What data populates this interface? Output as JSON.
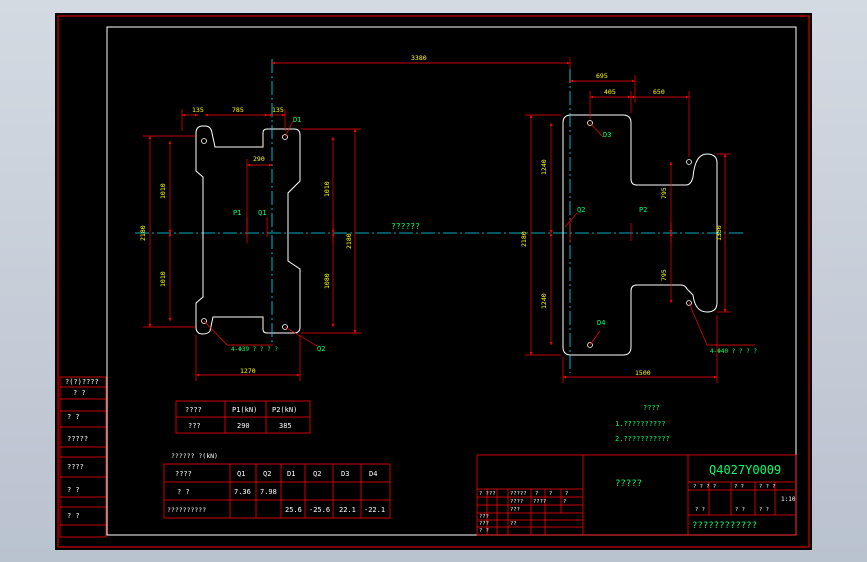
{
  "drawing": {
    "number": "Q4027Y0009",
    "title_block_title": "?????",
    "title_block_name": "????????????",
    "title_block_scale": "1:10",
    "title_block_rows": [
      "? ? ? ?",
      "? ?",
      "? ? ?",
      "? ?",
      "? ?",
      "? ?"
    ],
    "title_block_cells": [
      "? ?",
      "??",
      "?????",
      "?",
      "?",
      "?",
      "????",
      "????",
      "?",
      "???",
      "???",
      "???",
      "??",
      "? ?"
    ],
    "left_strip": [
      "?(?)????",
      "? ?",
      "?  ?",
      "?????",
      "????",
      "?  ?",
      "?  ?"
    ],
    "center_label": "??????",
    "tech_title": "????",
    "tech_notes": [
      "1.??????????",
      "2.???????????"
    ]
  },
  "load_table": {
    "headers": [
      "????",
      "P1(kN)",
      "P2(kN)"
    ],
    "row": [
      "???",
      "290",
      "385"
    ]
  },
  "reaction_table": {
    "caption": "?????? ?(kN)",
    "headers": [
      "????",
      "Q1",
      "Q2",
      "D1",
      "Q2",
      "D3",
      "D4"
    ],
    "rows": [
      [
        "? ?",
        "7.36",
        "7.98",
        "",
        "",
        "",
        ""
      ],
      [
        "??????????",
        "",
        "",
        "25.6",
        "-25.6",
        "22.1",
        "-22.1"
      ]
    ]
  },
  "dimensions": {
    "top_span": "3380",
    "left_top_a": "135",
    "left_top_b": "785",
    "left_top_c": "135",
    "left_inner": "290",
    "left_h_top": "1010",
    "left_h_bot": "1010",
    "left_h_total": "2180",
    "left_right_top": "1010",
    "left_right_bot": "1080",
    "left_overall_right": "2180",
    "left_bottom_width": "1270",
    "right_top_a": "695",
    "right_top_b": "405",
    "right_top_c": "650",
    "right_h_top": "1240",
    "right_h_bot": "1240",
    "right_h_total": "2180",
    "right_arm_top": "795",
    "right_arm_bot": "795",
    "right_arm_total": "1350",
    "right_bottom_width": "1500"
  },
  "labels": {
    "d1": "D1",
    "q2": "Q2",
    "p1": "P1",
    "q1": "Q1",
    "d3": "D3",
    "q2r": "Q2",
    "p2": "P2",
    "d4": "D4",
    "left_holes": "4-Φ39 ? ? ? ?",
    "right_holes": "4-Φ40 ? ? ? ?"
  }
}
